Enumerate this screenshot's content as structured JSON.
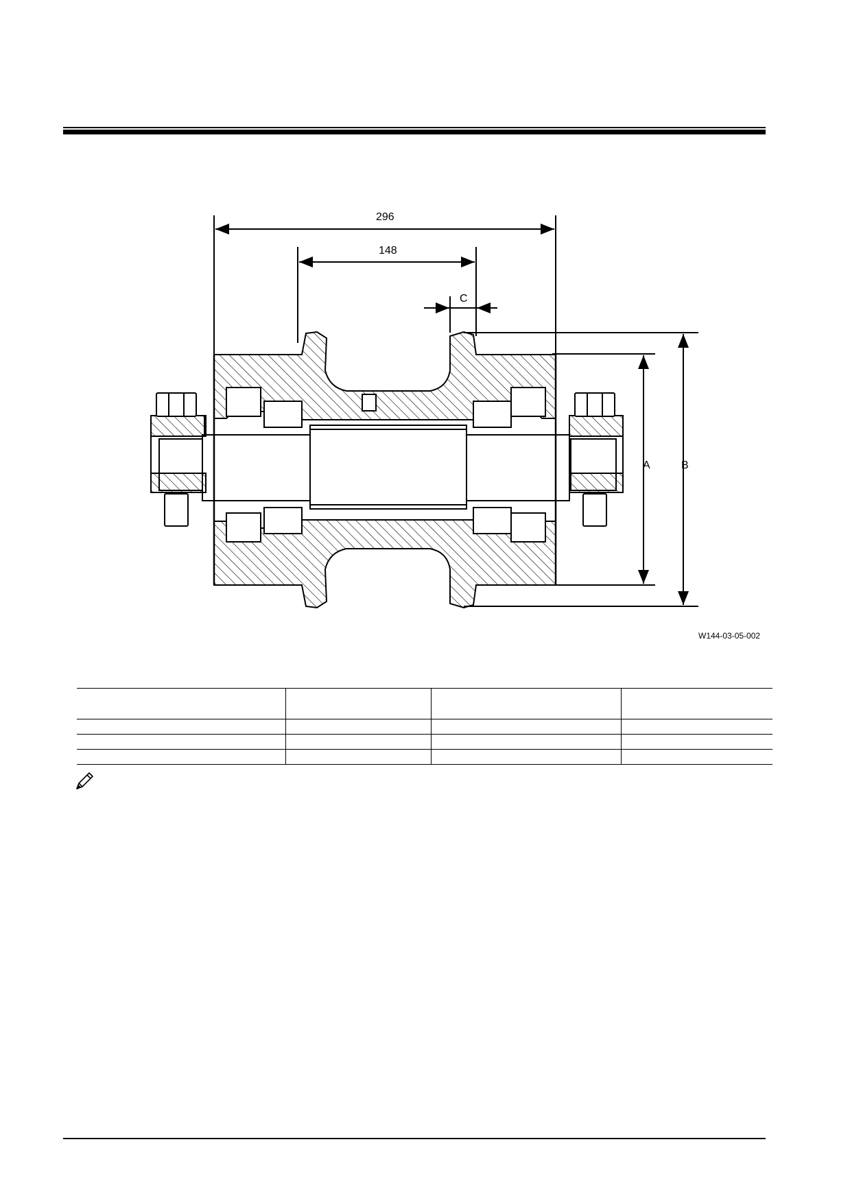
{
  "figure": {
    "dimensions": {
      "overall_width": "296",
      "inner_width": "148",
      "flange_label": "C",
      "tread_dia_label": "A",
      "flange_dia_label": "B"
    },
    "figure_code": "W144-03-05-002"
  },
  "spec_table": {
    "columns": 4,
    "rows": 3
  },
  "icons": {
    "note": "pencil-note-icon"
  }
}
